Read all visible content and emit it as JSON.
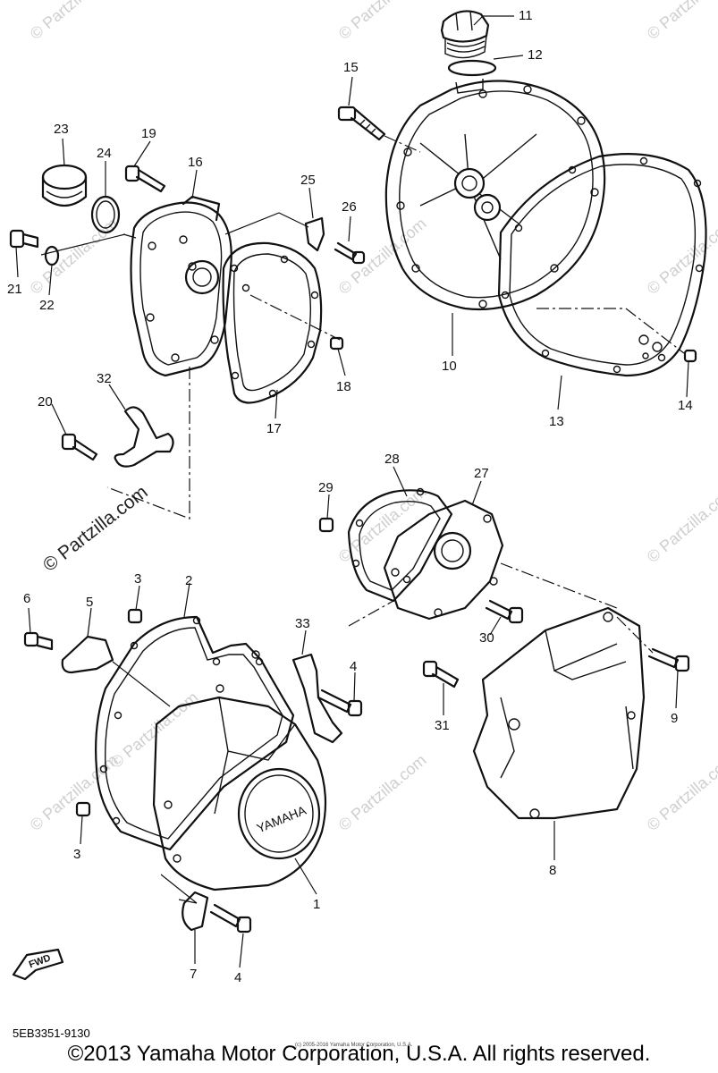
{
  "diagram": {
    "diagram_code": "5EB3351-9130",
    "copyright": "©2013 Yamaha Motor Corporation, U.S.A. All rights reserved.",
    "small_print": "(c) 2005-2016 Yamaha Motor Corporation, U.S.A.",
    "cover_logo": "YAMAHA",
    "fwd_label": "FWD",
    "watermark": "© Partzilla.com",
    "callouts": {
      "c1": "1",
      "c2": "2",
      "c3a": "3",
      "c3b": "3",
      "c4a": "4",
      "c4b": "4",
      "c5": "5",
      "c6": "6",
      "c7": "7",
      "c8": "8",
      "c9": "9",
      "c10": "10",
      "c11": "11",
      "c12": "12",
      "c13": "13",
      "c14": "14",
      "c15": "15",
      "c16": "16",
      "c17": "17",
      "c18": "18",
      "c19": "19",
      "c20": "20",
      "c21": "21",
      "c22": "22",
      "c23": "23",
      "c24": "24",
      "c25": "25",
      "c26": "26",
      "c27": "27",
      "c28": "28",
      "c29": "29",
      "c30": "30",
      "c31": "31",
      "c32": "32",
      "c33": "33"
    }
  }
}
